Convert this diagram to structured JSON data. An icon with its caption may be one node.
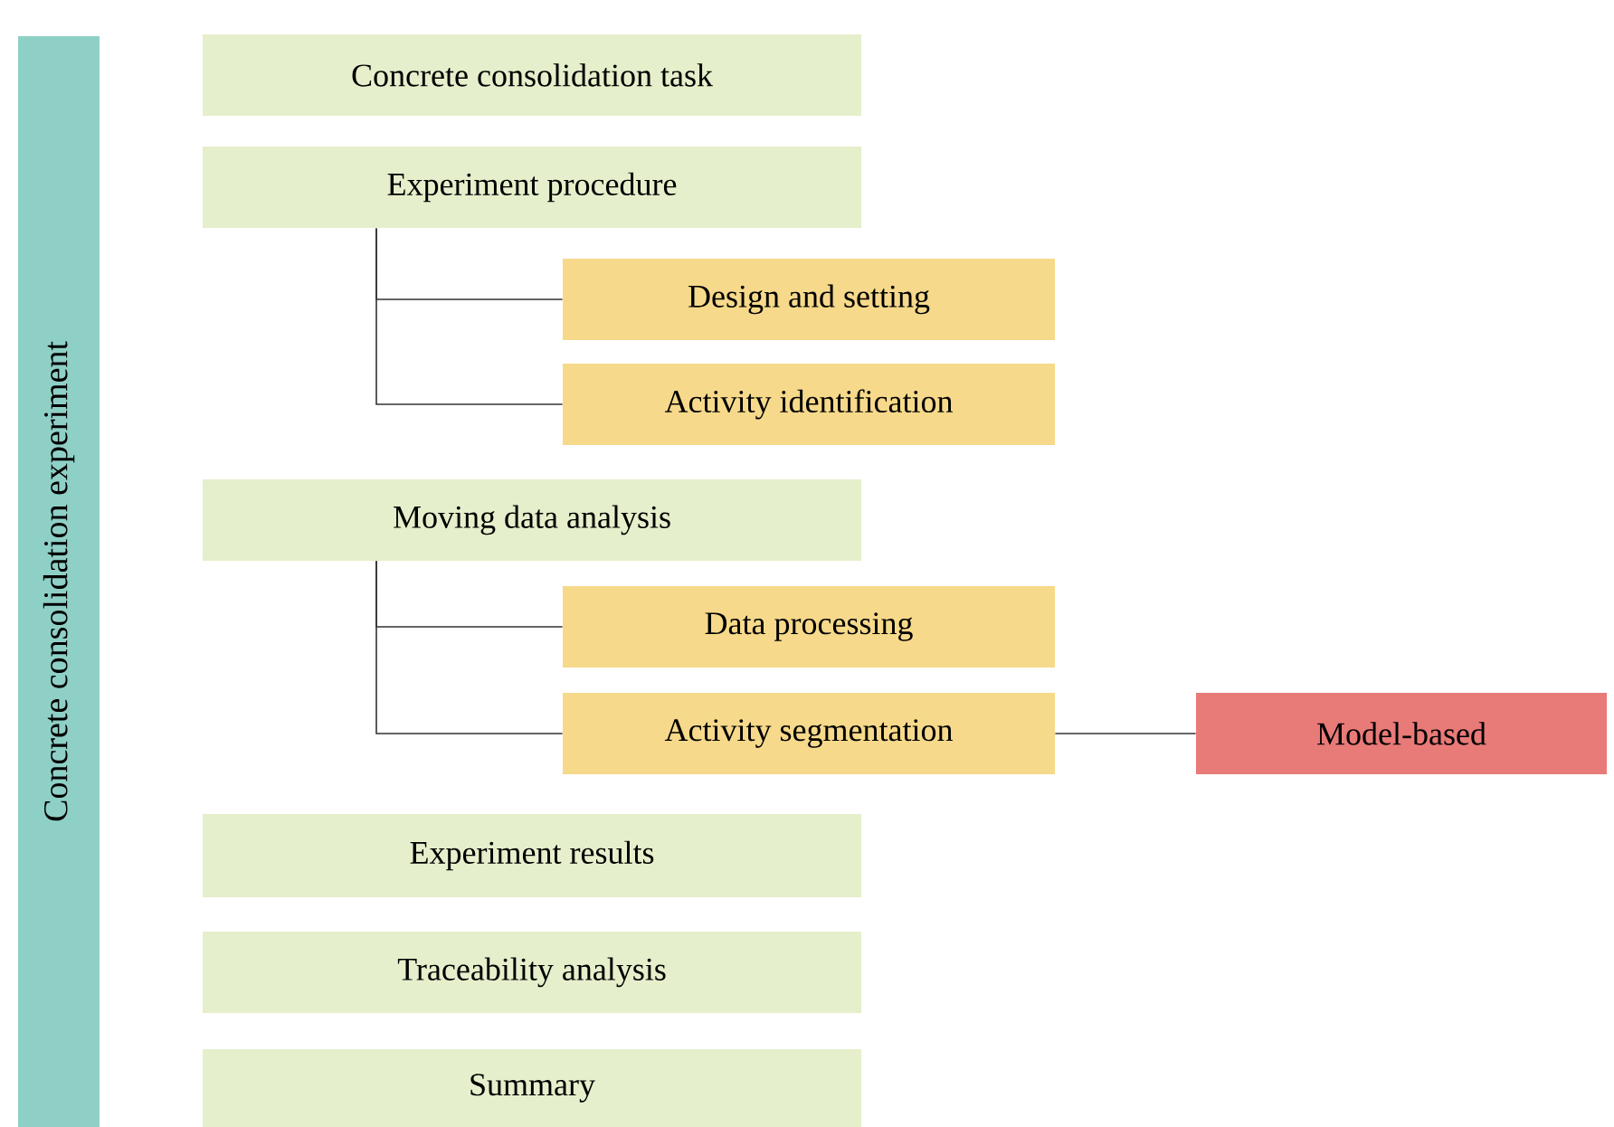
{
  "diagram": {
    "nodes": [
      {
        "text": [
          "Concrete consolidation experiment"
        ]
      },
      {
        "text": [
          "Concrete consolidation task"
        ]
      },
      {
        "text": [
          "Experiment procedure"
        ]
      },
      {
        "text": [
          "Design and setting"
        ]
      },
      {
        "text": [
          "Activity identification"
        ]
      },
      {
        "text": [
          "Moving data analysis"
        ]
      },
      {
        "text": [
          "Data processing"
        ]
      },
      {
        "text": [
          "Activity segmentation"
        ]
      },
      {
        "text": [
          "Model-based"
        ]
      },
      {
        "text": [
          "Experiment results"
        ]
      },
      {
        "text": [
          "Traceability analysis"
        ]
      },
      {
        "text": [
          "Summary"
        ]
      }
    ],
    "edges": [
      {
        "from": 2,
        "to": 3,
        "arrow": "none"
      },
      {
        "from": 2,
        "to": 4,
        "arrow": "none"
      },
      {
        "from": 5,
        "to": 6,
        "arrow": "none"
      },
      {
        "from": 5,
        "to": 7,
        "arrow": "none"
      },
      {
        "from": 7,
        "to": 8,
        "arrow": "none"
      }
    ]
  }
}
